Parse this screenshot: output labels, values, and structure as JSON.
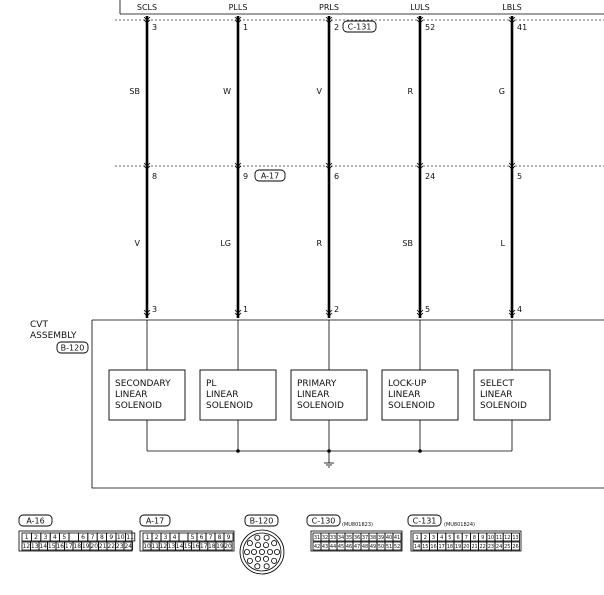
{
  "columns": [
    {
      "signal": "SCLS",
      "pin_top": "3",
      "color_top": "SB",
      "pin_mid": "8",
      "color_bot": "V",
      "pin_bot": "3",
      "solenoid": [
        "SECONDARY",
        "LINEAR",
        "SOLENOID"
      ]
    },
    {
      "signal": "PLLS",
      "pin_top": "1",
      "color_top": "W",
      "pin_mid": "9",
      "color_bot": "LG",
      "pin_bot": "1",
      "solenoid": [
        "PL",
        "LINEAR",
        "SOLENOID"
      ]
    },
    {
      "signal": "PRLS",
      "pin_top": "2",
      "color_top": "V",
      "pin_mid": "6",
      "color_bot": "R",
      "pin_bot": "2",
      "solenoid": [
        "PRIMARY",
        "LINEAR",
        "SOLENOID"
      ]
    },
    {
      "signal": "LULS",
      "pin_top": "52",
      "color_top": "R",
      "pin_mid": "24",
      "color_bot": "SB",
      "pin_bot": "5",
      "solenoid": [
        "LOCK-UP",
        "LINEAR",
        "SOLENOID"
      ]
    },
    {
      "signal": "LBLS",
      "pin_top": "41",
      "color_top": "G",
      "pin_mid": "5",
      "color_bot": "L",
      "pin_bot": "4",
      "solenoid": [
        "SELECT",
        "LINEAR",
        "SOLENOID"
      ]
    }
  ],
  "connector_top_label": "C-131",
  "connector_mid_label": "A-17",
  "assembly": {
    "line1": "CVT",
    "line2": "ASSEMBLY",
    "connector": "B-120"
  },
  "legend": {
    "a16": {
      "label": "A-16",
      "row1": [
        "1",
        "2",
        "3",
        "4",
        "5",
        "",
        "6",
        "7",
        "8",
        "9",
        "10",
        "11"
      ],
      "row2": [
        "12",
        "13",
        "14",
        "15",
        "16",
        "17",
        "18",
        "19",
        "20",
        "21",
        "22",
        "23",
        "24"
      ]
    },
    "a17": {
      "label": "A-17",
      "row1": [
        "1",
        "2",
        "3",
        "4",
        "",
        "5",
        "6",
        "7",
        "8",
        "9"
      ],
      "row2": [
        "10",
        "11",
        "12",
        "13",
        "14",
        "15",
        "16",
        "17",
        "18",
        "19",
        "20"
      ]
    },
    "b120": {
      "label": "B-120"
    },
    "c130": {
      "label": "C-130",
      "part": "(MU801823)",
      "row1": [
        "31",
        "32",
        "33",
        "34",
        "35",
        "36",
        "37",
        "38",
        "39",
        "40",
        "41"
      ],
      "row2": [
        "42",
        "43",
        "44",
        "45",
        "46",
        "47",
        "48",
        "49",
        "50",
        "51",
        "52"
      ]
    },
    "c131": {
      "label": "C-131",
      "part": "(MU801824)",
      "row1": [
        "1",
        "2",
        "3",
        "4",
        "5",
        "6",
        "7",
        "8",
        "9",
        "10",
        "11",
        "12",
        "13"
      ],
      "row2": [
        "14",
        "15",
        "16",
        "17",
        "18",
        "19",
        "20",
        "21",
        "22",
        "23",
        "24",
        "25",
        "26"
      ]
    }
  }
}
